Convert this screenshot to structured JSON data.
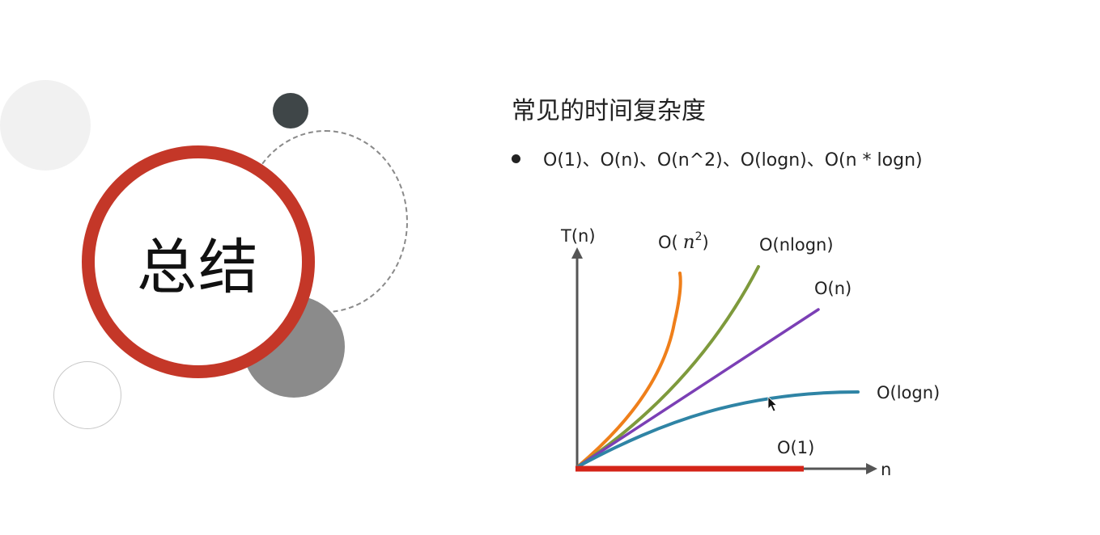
{
  "slide": {
    "title": "总结",
    "heading": "常见的时间复杂度",
    "bullet": "O(1)、O(n)、O(n^2)、O(logn)、O(n * logn)"
  },
  "chart_data": {
    "type": "line",
    "xlabel": "n",
    "ylabel": "T(n)",
    "series": [
      {
        "name": "O( n²)",
        "color": "#ef7f1a"
      },
      {
        "name": "O(nlogn)",
        "color": "#7e9a3c"
      },
      {
        "name": "O(n)",
        "color": "#7b3fb5"
      },
      {
        "name": "O(logn)",
        "color": "#2f84a5"
      },
      {
        "name": "O(1)",
        "color": "#d42418"
      }
    ],
    "labels": {
      "n2_prefix": "O(",
      "n2_var": "n",
      "n2_exp": "2",
      "n2_suffix": ")",
      "nlogn": "O(nlogn)",
      "n": "O(n)",
      "logn": "O(logn)",
      "one": "O(1)"
    },
    "grid": false
  },
  "colors": {
    "ring": "#c43728",
    "axis": "#555555"
  },
  "icons": {
    "cursor": "mouse-pointer-icon"
  }
}
